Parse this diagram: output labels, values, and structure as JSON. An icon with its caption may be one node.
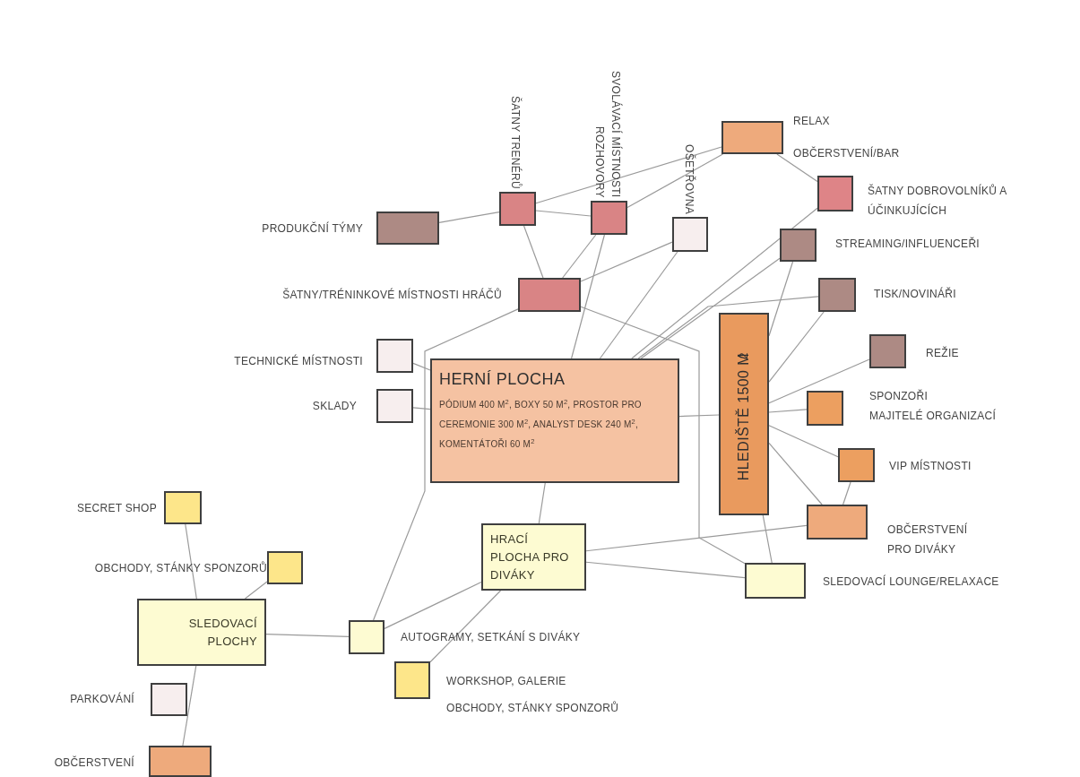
{
  "diagram": {
    "nodes": [
      {
        "text": [],
        "shape": "box",
        "beside": [
          "PRODUKČNÍ TÝMY"
        ]
      },
      {
        "text": [],
        "shape": "box",
        "beside": [
          "ŠATNY TRENÉRŮ"
        ]
      },
      {
        "text": [],
        "shape": "box",
        "beside": [
          "SVOLÁVACÍ MÍSTNOSTI ROZHOVORY"
        ]
      },
      {
        "text": [],
        "shape": "box",
        "beside": [
          "OŠETŘOVNA"
        ]
      },
      {
        "text": [],
        "shape": "box",
        "beside": [
          "RELAX",
          "OBČERSTVENÍ/BAR"
        ]
      },
      {
        "text": [],
        "shape": "box",
        "beside": [
          "ŠATNY DOBROVOLNÍKŮ A ÚČINKUJÍCÍCH"
        ]
      },
      {
        "text": [],
        "shape": "box",
        "beside": [
          "STREAMING/INFLUENCEŘI"
        ]
      },
      {
        "text": [],
        "shape": "box",
        "beside": [
          "ŠATNY/TRÉNINKOVÉ MÍSTNOSTI HRÁČŮ"
        ]
      },
      {
        "text": [],
        "shape": "box",
        "beside": [
          "TISK/NOVINÁŘI"
        ]
      },
      {
        "text": [],
        "shape": "box",
        "beside": [
          "TECHNICKÉ MÍSTNOSTI"
        ]
      },
      {
        "text": [
          "HERNÍ PLOCHA",
          "PÓDIUM 400 M$^{2}$, BOXY 50 M$^{2}$, PROSTOR PRO CEREMONIE 300 M$^{2}$, ANALYST DESK 240 M$^{2}$, KOMENTÁTOŘI 60 M$^{2}$"
        ]
      },
      {
        "text": [
          "HLEDIŠTĚ 1500 M$^{2}$"
        ]
      },
      {
        "text": [],
        "shape": "box",
        "beside": [
          "REŽIE"
        ]
      },
      {
        "text": [],
        "shape": "box",
        "beside": [
          "SKLADY"
        ]
      },
      {
        "text": [],
        "shape": "box",
        "beside": [
          "SPONZOŘI",
          "MAJITELÉ ORGANIZACÍ"
        ]
      },
      {
        "text": [],
        "shape": "box",
        "beside": [
          "VIP MÍSTNOSTI"
        ]
      },
      {
        "text": [],
        "shape": "box",
        "beside": [
          "SECRET SHOP"
        ]
      },
      {
        "text": [],
        "shape": "box",
        "beside": [
          "OBČERSTVENÍ PRO DIVÁKY"
        ]
      },
      {
        "text": [
          "HRACÍ PLOCHA PRO DIVÁKY"
        ]
      },
      {
        "text": [],
        "shape": "box",
        "beside": [
          "OBCHODY, STÁNKY SPONZORŮ"
        ]
      },
      {
        "text": [],
        "shape": "box",
        "beside": [
          "SLEDOVACÍ LOUNGE/RELAXACE"
        ]
      },
      {
        "text": [
          "SLEDOVACÍ PLOCHY"
        ]
      },
      {
        "text": [],
        "shape": "box",
        "beside": [
          "AUTOGRAMY, SETKÁNÍ S DIVÁKY"
        ]
      },
      {
        "text": [],
        "shape": "box",
        "beside": [
          "WORKSHOP, GALERIE",
          "OBCHODY, STÁNKY SPONZORŮ"
        ]
      },
      {
        "text": [],
        "shape": "box",
        "beside": [
          "PARKOVÁNÍ"
        ]
      },
      {
        "text": [],
        "shape": "box",
        "beside": [
          "OBČERSTVENÍ"
        ]
      }
    ],
    "edges": [
      {
        "from": 0,
        "to": 1,
        "arrow": "none"
      },
      {
        "from": 1,
        "to": 2,
        "arrow": "none"
      },
      {
        "from": 2,
        "to": 4,
        "arrow": "none"
      },
      {
        "from": 4,
        "to": 5,
        "arrow": "none"
      },
      {
        "from": 1,
        "to": 7,
        "arrow": "none"
      },
      {
        "from": 2,
        "to": 7,
        "arrow": "none"
      },
      {
        "from": 3,
        "to": 7,
        "arrow": "none"
      },
      {
        "from": 2,
        "to": 10,
        "arrow": "none"
      },
      {
        "from": 3,
        "to": 10,
        "arrow": "none"
      },
      {
        "from": 5,
        "to": 10,
        "arrow": "none"
      },
      {
        "from": 6,
        "to": 10,
        "arrow": "none"
      },
      {
        "from": 6,
        "to": 11,
        "arrow": "none"
      },
      {
        "from": 8,
        "to": 10,
        "arrow": "none"
      },
      {
        "from": 8,
        "to": 11,
        "arrow": "none"
      },
      {
        "from": 12,
        "to": 11,
        "arrow": "none"
      },
      {
        "from": 7,
        "to": 22,
        "arrow": "none"
      },
      {
        "from": 7,
        "to": 20,
        "arrow": "none"
      },
      {
        "from": 9,
        "to": 10,
        "arrow": "none"
      },
      {
        "from": 13,
        "to": 10,
        "arrow": "none"
      },
      {
        "from": 11,
        "to": 14,
        "arrow": "none"
      },
      {
        "from": 10,
        "to": 11,
        "arrow": "none"
      },
      {
        "from": 11,
        "to": 15,
        "arrow": "none"
      },
      {
        "from": 11,
        "to": 17,
        "arrow": "none"
      },
      {
        "from": 15,
        "to": 17,
        "arrow": "none"
      },
      {
        "from": 11,
        "to": 20,
        "arrow": "none"
      },
      {
        "from": 10,
        "to": 18,
        "arrow": "none"
      },
      {
        "from": 18,
        "to": 17,
        "arrow": "none"
      },
      {
        "from": 18,
        "to": 20,
        "arrow": "none"
      },
      {
        "from": 18,
        "to": 22,
        "arrow": "none"
      },
      {
        "from": 18,
        "to": 23,
        "arrow": "none"
      },
      {
        "from": 16,
        "to": 21,
        "arrow": "none"
      },
      {
        "from": 19,
        "to": 21,
        "arrow": "none"
      },
      {
        "from": 21,
        "to": 22,
        "arrow": "none"
      },
      {
        "from": 21,
        "to": 25,
        "arrow": "none"
      },
      {
        "from": 1,
        "to": 4,
        "arrow": "none"
      }
    ]
  }
}
